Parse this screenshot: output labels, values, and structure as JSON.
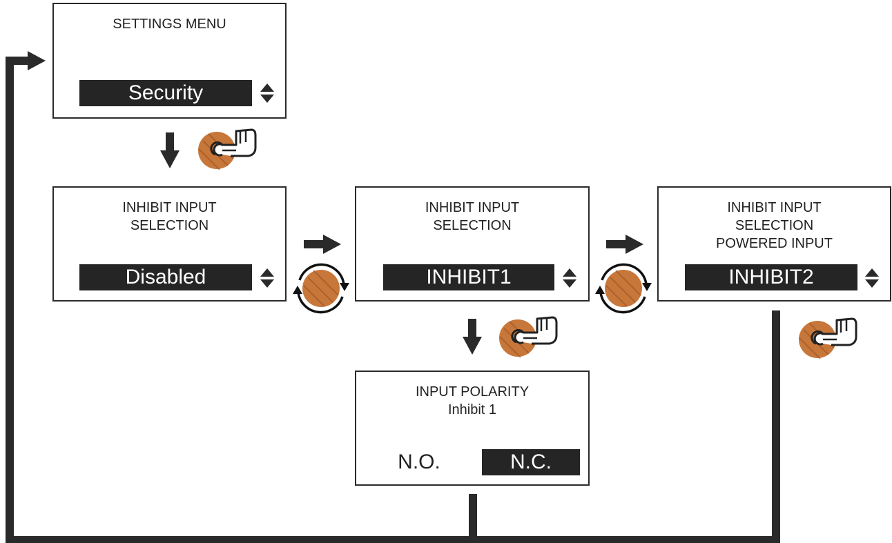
{
  "screens": {
    "settings_menu": {
      "title": "SETTINGS MENU",
      "value": "Security"
    },
    "inhibit_disabled": {
      "title": "INHIBIT INPUT\nSELECTION",
      "value": "Disabled"
    },
    "inhibit_1": {
      "title": "INHIBIT INPUT\nSELECTION",
      "value": "INHIBIT1"
    },
    "inhibit_2": {
      "title": "INHIBIT INPUT\nSELECTION\nPOWERED INPUT",
      "value": "INHIBIT2"
    },
    "input_polarity": {
      "title": "INPUT POLARITY\nInhibit 1",
      "option_no": "N.O.",
      "option_nc": "N.C."
    }
  },
  "icons": {
    "knob_press": "knob-press-icon",
    "knob_rotate": "knob-rotate-icon",
    "updown": "updown-arrows-icon",
    "arrow": "flow-arrow-icon"
  },
  "colors": {
    "frame": "#2a2a2a",
    "bar": "#252525",
    "knob": "#c8773a",
    "knob_dark": "#8a4a1c"
  }
}
